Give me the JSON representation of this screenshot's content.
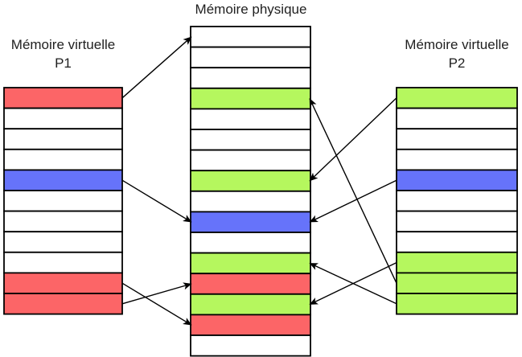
{
  "diagram": {
    "physical_title": "Mémoire physique",
    "left_title": "Mémoire virtuelle",
    "left_subtitle": "P1",
    "right_title": "Mémoire virtuelle",
    "right_subtitle": "P2"
  },
  "palette": {
    "red": "#fc6567",
    "green": "#b5f75e",
    "blue": "#6673fa",
    "white": "#ffffff",
    "line": "#000000",
    "text": "#1f1f1f",
    "background": "#ffffff"
  },
  "columns": {
    "p1": {
      "name": "Mémoire virtuelle P1",
      "cells": [
        "red",
        "white",
        "white",
        "white",
        "blue",
        "white",
        "white",
        "white",
        "white",
        "red",
        "red"
      ]
    },
    "phys": {
      "name": "Mémoire physique",
      "cells": [
        "white",
        "white",
        "white",
        "green",
        "white",
        "white",
        "white",
        "green",
        "white",
        "blue",
        "white",
        "green",
        "red",
        "green",
        "red",
        "white"
      ]
    },
    "p2": {
      "name": "Mémoire virtuelle P2",
      "cells": [
        "green",
        "white",
        "white",
        "white",
        "blue",
        "white",
        "white",
        "white",
        "green",
        "green",
        "green"
      ]
    }
  },
  "mappings": [
    {
      "from_col": "p1",
      "from_row": 0,
      "to_row": 0
    },
    {
      "from_col": "p1",
      "from_row": 4,
      "to_row": 9
    },
    {
      "from_col": "p1",
      "from_row": 9,
      "to_row": 14
    },
    {
      "from_col": "p1",
      "from_row": 10,
      "to_row": 12
    },
    {
      "from_col": "p2",
      "from_row": 0,
      "to_row": 7
    },
    {
      "from_col": "p2",
      "from_row": 4,
      "to_row": 9
    },
    {
      "from_col": "p2",
      "from_row": 8,
      "to_row": 13
    },
    {
      "from_col": "p2",
      "from_row": 9,
      "to_row": 3
    },
    {
      "from_col": "p2",
      "from_row": 10,
      "to_row": 11
    }
  ]
}
